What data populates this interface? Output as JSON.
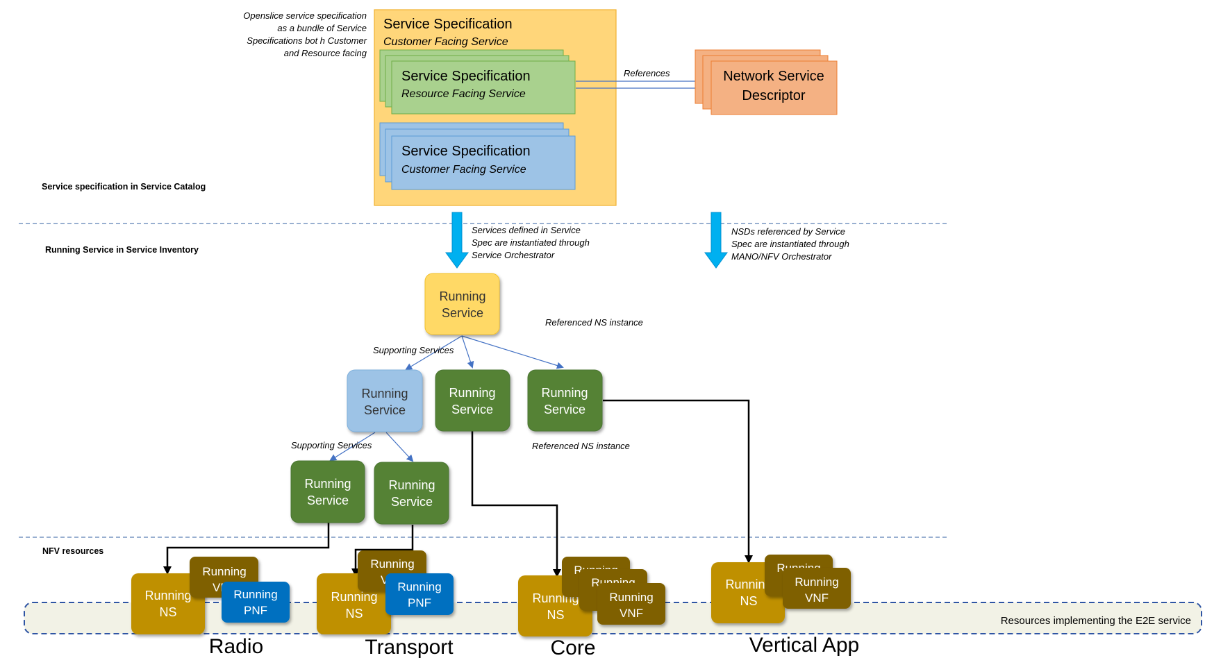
{
  "annotations": {
    "openslice_note": [
      "Openslice service specification",
      "as a bundle of Service",
      "Specifications bot h Customer",
      "and Resource facing"
    ],
    "references": "References",
    "services_defined_note": [
      "Services defined in Service",
      "Spec are instantiated through",
      "Service Orchestrator"
    ],
    "nsds_note": [
      "NSDs referenced by Service",
      "Spec are instantiated through",
      "MANO/NFV Orchestrator"
    ],
    "referenced_ns_top": "Referenced NS instance",
    "referenced_ns_mid": "Referenced NS instance",
    "supporting_services_1": "Supporting Services",
    "supporting_services_2": "Supporting Services",
    "resources_e2e": "Resources implementing the E2E service"
  },
  "sections": {
    "catalog": "Service specification in Service Catalog",
    "inventory": "Running Service in Service Inventory",
    "nfv": "NFV resources"
  },
  "spec": {
    "outer_title": "Service Specification",
    "outer_subtitle": "Customer Facing Service",
    "rfs_title": "Service Specification",
    "rfs_subtitle": "Resource Facing Service",
    "cfs_title": "Service Specification",
    "cfs_subtitle": "Customer Facing Service",
    "nsd_line1": "Network Service",
    "nsd_line2": "Descriptor"
  },
  "running": {
    "line1": "Running",
    "line2": "Service"
  },
  "resources": {
    "running": "Running",
    "ns": "NS",
    "vnf": "VNF",
    "pnf": "PNF"
  },
  "domains": [
    "Radio",
    "Transport",
    "Core",
    "Vertical App"
  ],
  "colors": {
    "yellow_fill": "#ffd966",
    "outer_fill": "#ffd67a",
    "green_spec": "#a9d18e",
    "blue_spec": "#9dc3e6",
    "orange_nsd": "#f4b183",
    "light_blue_node": "#9dc3e6",
    "dark_green_node": "#548235",
    "gold_ns": "#bf9000",
    "brown_vnf": "#7f6000",
    "blue_pnf": "#0070c0",
    "arrow_blue": "#00b0f0",
    "band_fill": "#f2f2e6"
  }
}
